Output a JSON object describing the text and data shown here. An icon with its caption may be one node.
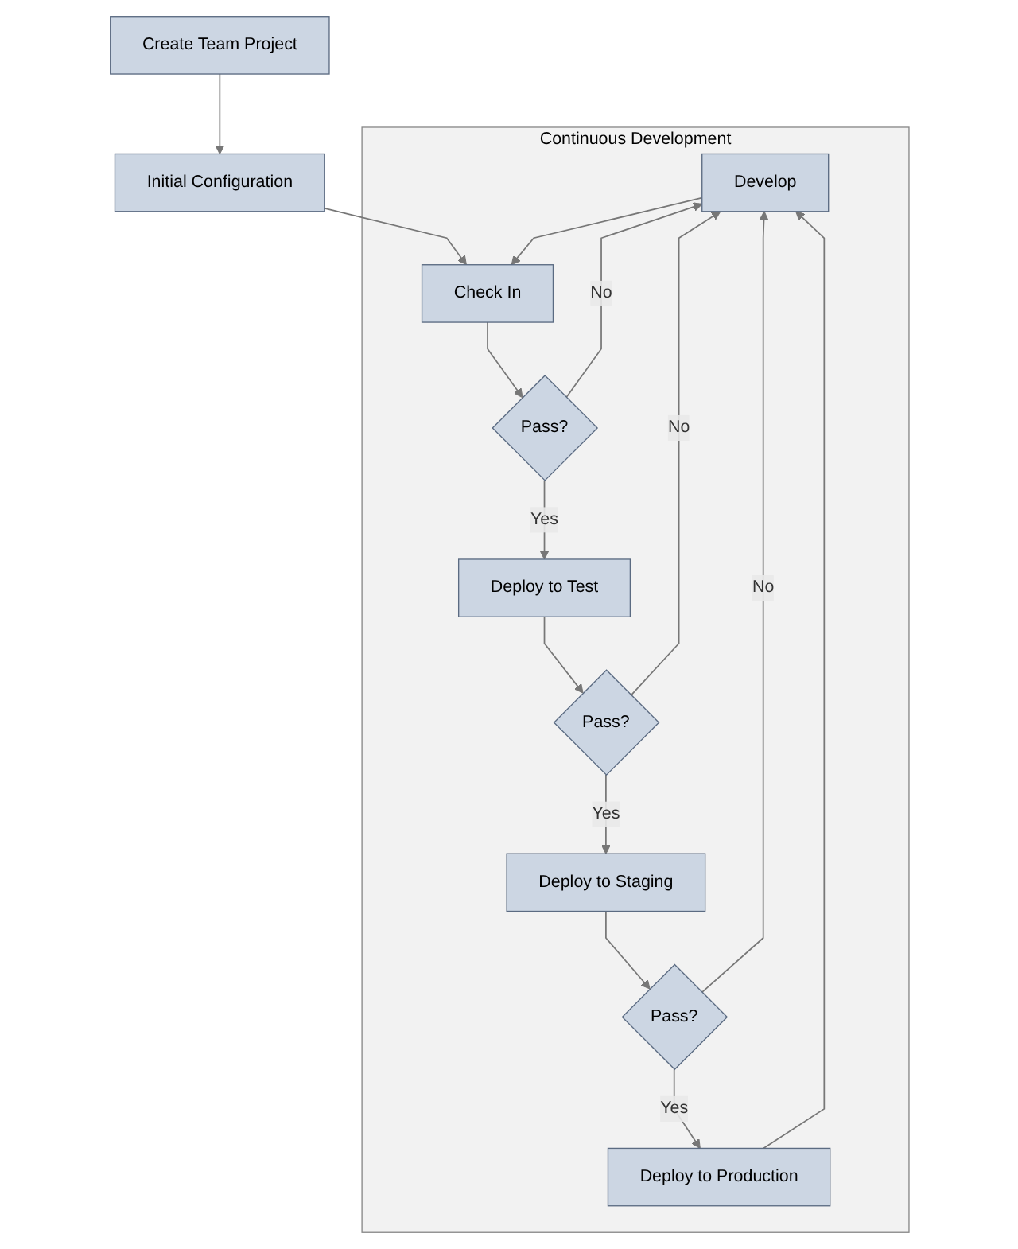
{
  "diagram": {
    "nodes": [
      {
        "text": [
          "Continuous Development"
        ]
      },
      {
        "text": [
          "Create Team Project"
        ]
      },
      {
        "text": [
          "Initial Configuration"
        ]
      },
      {
        "text": [
          "Develop"
        ],
        "in": 0
      },
      {
        "text": [
          "Check In"
        ],
        "in": 0
      },
      {
        "text": [
          "Pass?"
        ],
        "in": 0
      },
      {
        "text": [
          "Deploy to Test"
        ],
        "in": 0
      },
      {
        "text": [
          "Pass?"
        ],
        "in": 0
      },
      {
        "text": [
          "Deploy to Staging"
        ],
        "in": 0
      },
      {
        "text": [
          "Pass?"
        ],
        "in": 0
      },
      {
        "text": [
          "Deploy to Production"
        ],
        "in": 0
      }
    ],
    "edges": [
      {
        "from": 1,
        "to": 2,
        "arrow": "to"
      },
      {
        "from": 2,
        "to": 4,
        "arrow": "to"
      },
      {
        "from": 3,
        "to": 4,
        "arrow": "to"
      },
      {
        "from": 4,
        "to": 5,
        "arrow": "to"
      },
      {
        "from": 5,
        "to": 3,
        "arrow": "to",
        "label": "No"
      },
      {
        "from": 5,
        "to": 6,
        "arrow": "to",
        "label": "Yes"
      },
      {
        "from": 6,
        "to": 7,
        "arrow": "to"
      },
      {
        "from": 7,
        "to": 3,
        "arrow": "to",
        "label": "No"
      },
      {
        "from": 7,
        "to": 8,
        "arrow": "to",
        "label": "Yes"
      },
      {
        "from": 8,
        "to": 9,
        "arrow": "to"
      },
      {
        "from": 9,
        "to": 3,
        "arrow": "to",
        "label": "No"
      },
      {
        "from": 9,
        "to": 10,
        "arrow": "to",
        "label": "Yes"
      },
      {
        "from": 10,
        "to": 3,
        "arrow": "to"
      }
    ]
  }
}
